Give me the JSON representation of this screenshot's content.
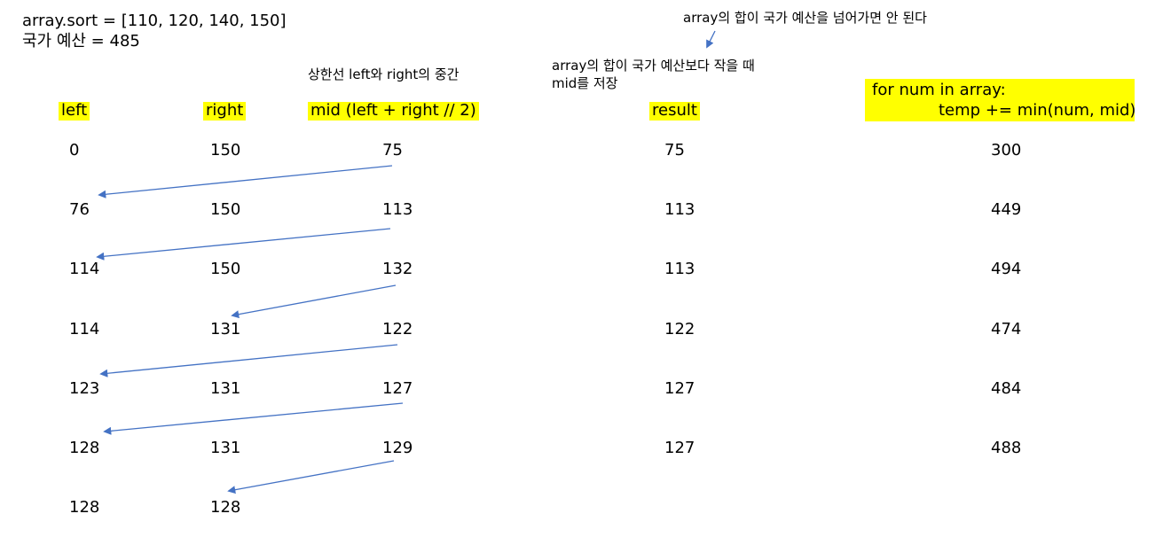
{
  "header": {
    "line1": "array.sort = [110, 120, 140, 150]",
    "line2": "국가 예산 = 485"
  },
  "notes": {
    "mid_note": "상한선 left와 right의 중간",
    "result_note_1": "array의 합이 국가 예산보다 작을 때",
    "result_note_2": "mid를 저장",
    "top_note": "array의 합이 국가 예산을 넘어가면 안 된다"
  },
  "columns": {
    "left": "left",
    "right": "right",
    "mid": "mid (left + right // 2)",
    "result": "result",
    "temp_1": "for num in array:",
    "temp_2": "temp += min(num, mid)"
  },
  "rows": [
    {
      "left": "0",
      "right": "150",
      "mid": "75",
      "result": "75",
      "temp": "300"
    },
    {
      "left": "76",
      "right": "150",
      "mid": "113",
      "result": "113",
      "temp": "449"
    },
    {
      "left": "114",
      "right": "150",
      "mid": "132",
      "result": "113",
      "temp": "494"
    },
    {
      "left": "114",
      "right": "131",
      "mid": "122",
      "result": "122",
      "temp": "474"
    },
    {
      "left": "123",
      "right": "131",
      "mid": "127",
      "result": "127",
      "temp": "484"
    },
    {
      "left": "128",
      "right": "131",
      "mid": "129",
      "result": "127",
      "temp": "488"
    },
    {
      "left": "128",
      "right": "128",
      "mid": "",
      "result": "",
      "temp": ""
    }
  ],
  "colors": {
    "highlight": "#ffff00",
    "arrow": "#4472c4"
  }
}
